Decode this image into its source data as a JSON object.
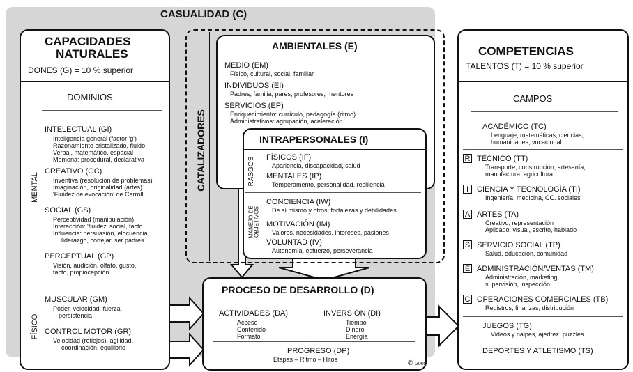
{
  "casualidad": "CASUALIDAD (C)",
  "capacidades": {
    "title1": "CAPACIDADES",
    "title2": "NATURALES",
    "subtitle": "DONES (G) = 10 % superior",
    "dominios": "DOMINIOS",
    "mental": "MENTAL",
    "fisico": "FÍSICO",
    "items": [
      {
        "title": "INTELECTUAL (GI)",
        "lines": [
          "Inteligencia general (factor 'g')",
          "Razonamiento cristalizado, fluido",
          "Verbal, matemático, espacial",
          "Memoria: procedural, declarativa"
        ]
      },
      {
        "title": "CREATIVO (GC)",
        "lines": [
          "Inventiva (resolución de problemas)",
          "Imaginación, originalidad (artes)",
          "'Fluidez de evocación' de Carroll"
        ]
      },
      {
        "title": "SOCIAL (GS)",
        "lines": [
          "Perceptividad (manipulación)",
          "Interacción: 'fluidez' social, tacto",
          "Influencia: persuasión, elocuencia,",
          "liderazgo, cortejar, ser padres"
        ]
      },
      {
        "title": "PERCEPTUAL (GP)",
        "lines": [
          "Visión, audición, olfato, gusto,",
          "tacto, propiocepción"
        ]
      },
      {
        "title": "MUSCULAR (GM)",
        "lines": [
          "Poder, velocidad, fuerza,",
          "persistencia"
        ]
      },
      {
        "title": "CONTROL MOTOR (GR)",
        "lines": [
          "Velocidad (reflejos), agilidad,",
          "coordinación, equilibrio"
        ]
      }
    ]
  },
  "catalizadores": "CATALIZADORES",
  "ambientales": {
    "title": "AMBIENTALES (E)",
    "items": [
      {
        "title": "MEDIO (EM)",
        "lines": [
          "Físico, cultural, social, familiar"
        ]
      },
      {
        "title": "INDIVIDUOS (EI)",
        "lines": [
          "Padres, familia, pares, profesores, mentores"
        ]
      },
      {
        "title": "SERVICIOS (EP)",
        "lines": [
          "Enriquecimiento: currículo, pedagogía (ritmo)",
          "Administrativos: agrupación, aceleración"
        ]
      }
    ]
  },
  "intrapersonales": {
    "title": "INTRAPERSONALES (I)",
    "rasgos": "RASGOS",
    "manejo1": "MANEJO DE",
    "manejo2": "OBJETIVOS",
    "items": [
      {
        "title": "FÍSICOS (IF)",
        "lines": [
          "Apariencia, discapacidad, salud"
        ]
      },
      {
        "title": "MENTALES (IP)",
        "lines": [
          "Temperamento, personalidad, resiliencia"
        ]
      },
      {
        "title": "CONCIENCIA (IW)",
        "lines": [
          "De sí mismo y otros; fortalezas y debilidades"
        ]
      },
      {
        "title": "MOTIVACIÓN (IM)",
        "lines": [
          "Valores, necesidades, intereses, pasiones"
        ]
      },
      {
        "title": "VOLUNTAD (IV)",
        "lines": [
          "Autonomía, esfuerzo, perseverancia"
        ]
      }
    ]
  },
  "proceso": {
    "title": "PROCESO DE DESARROLLO (D)",
    "actividades": {
      "title": "ACTIVIDADES (DA)",
      "lines": [
        "Acceso",
        "Contenido",
        "Formato"
      ]
    },
    "inversion": {
      "title": "INVERSIÓN (DI)",
      "lines": [
        "Tiempo",
        "Dinero",
        "Energía"
      ]
    },
    "progreso": {
      "title": "PROGRESO (DP)",
      "lines": [
        "Etapas – Ritmo – Hitos"
      ]
    },
    "copyright": "2009"
  },
  "competencias": {
    "title": "COMPETENCIAS",
    "subtitle": "TALENTOS (T) = 10 % superior",
    "campos": "CAMPOS",
    "riasec": [
      "R",
      "I",
      "A",
      "S",
      "E",
      "C"
    ],
    "items": [
      {
        "title": "ACADÉMICO (TC)",
        "lines": [
          "Lenguaje, matemáticas, ciencias,",
          "humanidades, vocacional"
        ]
      },
      {
        "title": "TÉCNICO (TT)",
        "lines": [
          "Transporte, construcción, artesanía,",
          "manufactura, agricultura"
        ]
      },
      {
        "title": "CIENCIA Y TECNOLOGÍA (TI)",
        "lines": [
          "Ingeniería, medicina, CC. sociales"
        ]
      },
      {
        "title": "ARTES (TA)",
        "lines": [
          "Creativo, representación",
          "Aplicado: visual, escrito, hablado"
        ]
      },
      {
        "title": "SERVICIO SOCIAL (TP)",
        "lines": [
          "Salud, educación, comunidad"
        ]
      },
      {
        "title": "ADMINISTRACIÓN/VENTAS (TM)",
        "lines": [
          "Administración, marketing,",
          "supervisión, inspección"
        ]
      },
      {
        "title": "OPERACIONES COMERCIALES (TB)",
        "lines": [
          "Registros, finanzas, distribución"
        ]
      },
      {
        "title": "JUEGOS (TG)",
        "lines": [
          "Videos y naipes, ajedrez, puzzles"
        ]
      },
      {
        "title": "DEPORTES Y ATLETISMO (TS)",
        "lines": []
      }
    ]
  }
}
